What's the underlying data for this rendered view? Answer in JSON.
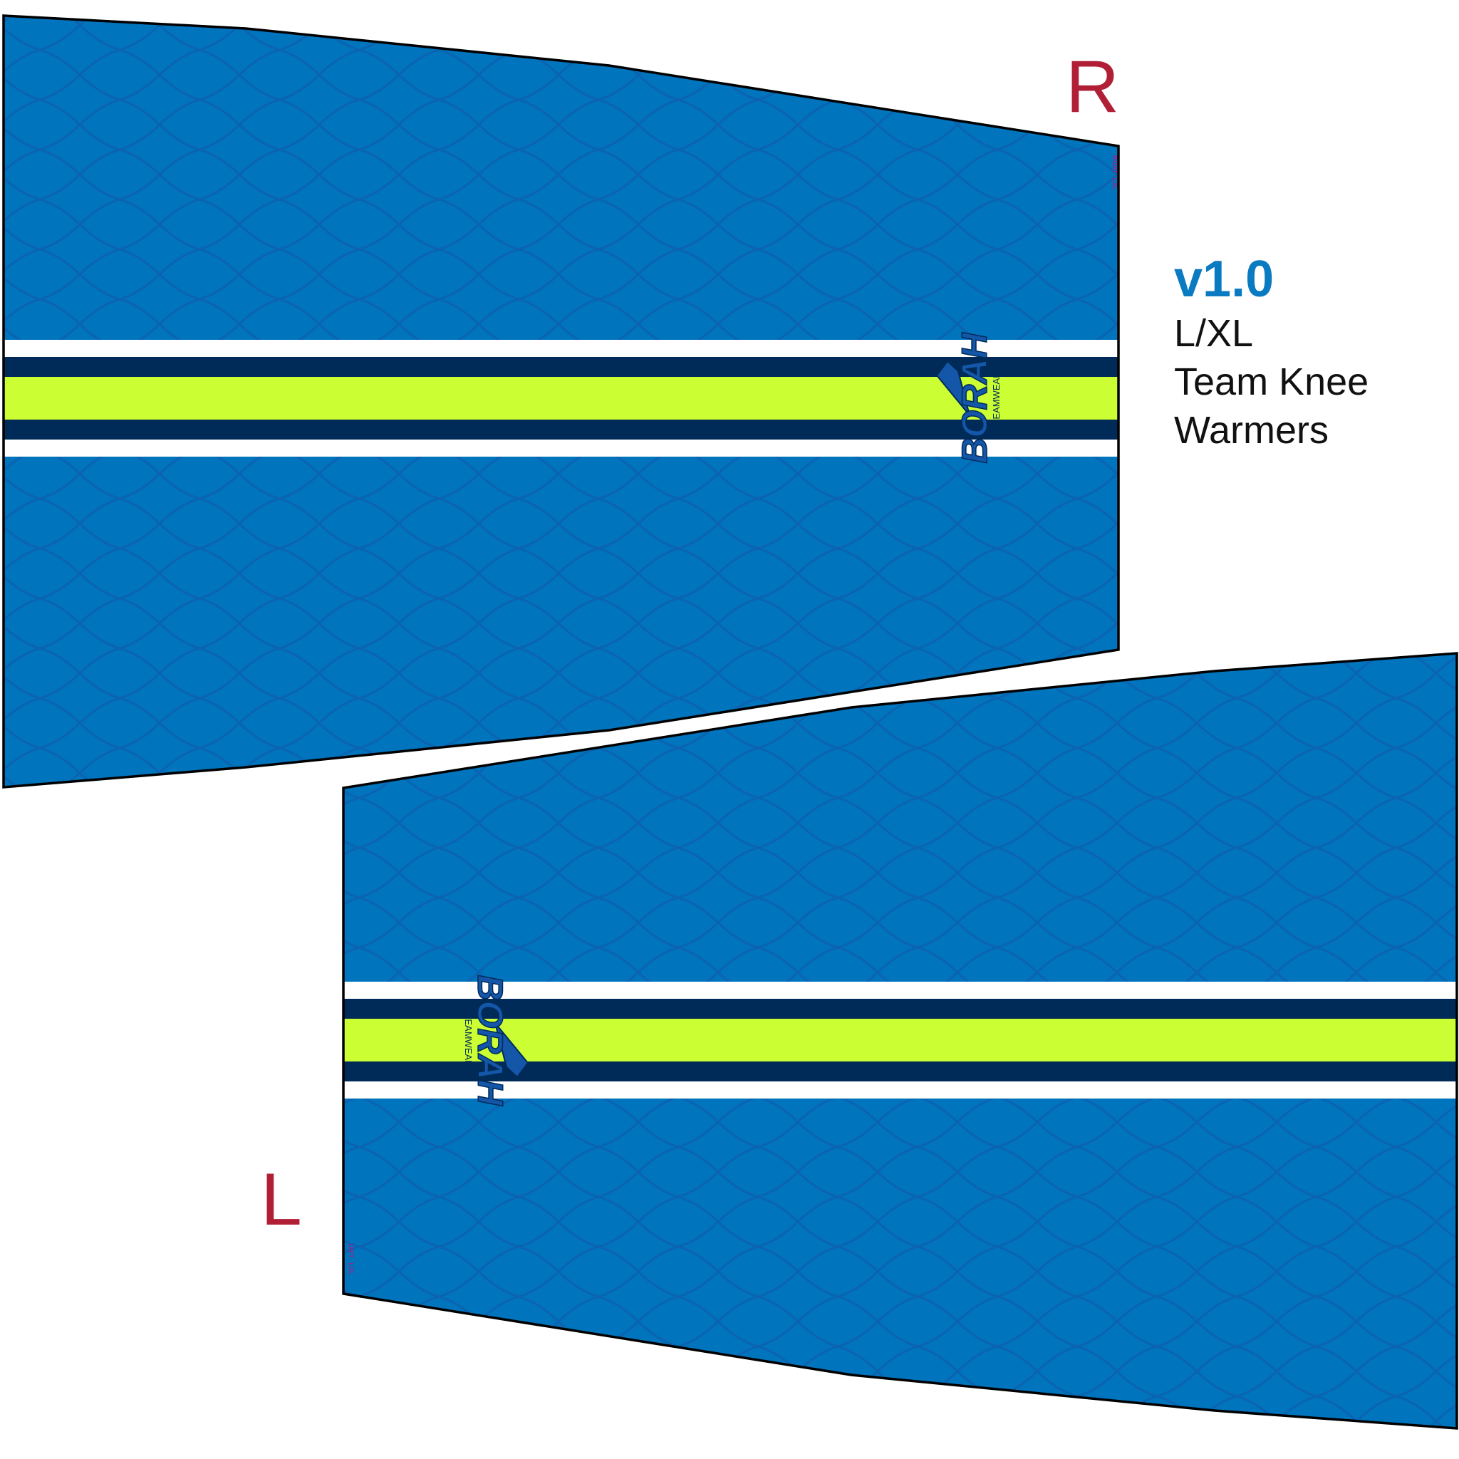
{
  "labels": {
    "right": "R",
    "left": "L"
  },
  "spec": {
    "version": "v1.0",
    "size": "L/XL",
    "product_line1": "Team Knee",
    "product_line2": "Warmers"
  },
  "logo": {
    "brand": "BORAH",
    "sub": "TEAMWEAR"
  },
  "edge_marks": {
    "right_piece": "RIGHT · L/XL",
    "left_piece": "LEFT · L/XL"
  },
  "colors": {
    "base_blue": "#0074bc",
    "pattern_blue": "#1456a8",
    "navy": "#002a57",
    "neon": "#ccff33",
    "white": "#ffffff",
    "outline": "#000000",
    "side_letter": "#b01f35",
    "version_blue": "#0a7ac1",
    "edge_mark": "#e2007a"
  }
}
